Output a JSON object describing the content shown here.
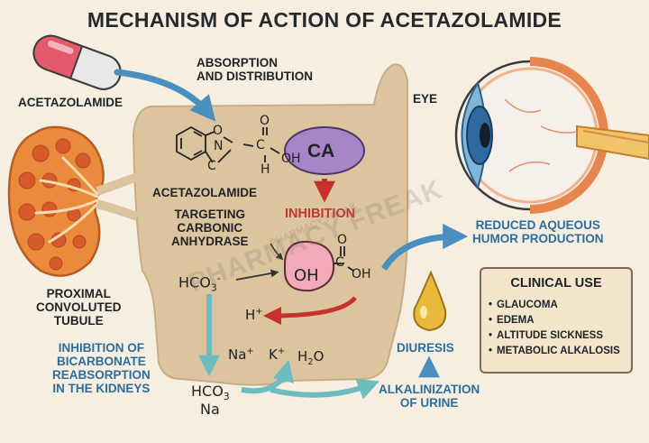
{
  "title": "MECHANISM OF ACTION OF ACETAZOLAMIDE",
  "labels": {
    "drug": "ACETAZOLAMIDE",
    "absorption": [
      "ABSORPTION",
      "AND DISTRIBUTION"
    ],
    "eye": "EYE",
    "molecule_name": "ACETAZOLAMIDE",
    "ca": "CA",
    "inhibition": "INHIBITION",
    "targeting": [
      "TARGETING",
      "CARBONIC",
      "ANHYDRASE"
    ],
    "reduced_aqueous": [
      "REDUCED AQUEOUS",
      "HUMOR PRODUCTION"
    ],
    "kidney": [
      "PROXIMAL",
      "CONVOLUTED",
      "TUBULE"
    ],
    "bicarb_inhibition": [
      "INHIBITION OF",
      "BICARBONATE",
      "REABSORPTION",
      "IN THE KIDNEYS"
    ],
    "diuresis": "DIURESIS",
    "alkalinization": [
      "ALKALINIZATION",
      "OF URINE"
    ]
  },
  "chemistry": {
    "mol_o": "O",
    "mol_n": "N",
    "mol_c": "C",
    "mol_o2": "O",
    "mol_c2": "C",
    "mol_oh": "OH",
    "mol_h": "H",
    "hco3": "HCO",
    "hco3_sub": "3",
    "hco3_sup": "-",
    "oh_circle": "OH",
    "carb_o": "O",
    "carb_c": "C",
    "carb_oh": "OH",
    "h_plus": "H",
    "h_plus_sup": "+",
    "na_plus": "Na",
    "k_plus": "K",
    "ion_sup": "+",
    "h2o_h": "H",
    "h2o_sub": "2",
    "h2o_o": "O",
    "out_hco3": "HCO",
    "out_hco3_sub": "3",
    "out_na": "Na"
  },
  "clinical_use": {
    "title": "CLINICAL USE",
    "items": [
      "GLAUCOMA",
      "EDEMA",
      "ALTITUDE SICKNESS",
      "METABOLIC ALKALOSIS"
    ]
  },
  "watermark": "PHARMACY FREAK",
  "watermark_small": "PHARMACY FREAK",
  "colors": {
    "text_blue": "#2a6d9e",
    "text_red": "#c4372f",
    "body_fill": "#dcc59e",
    "arrow_blue": "#4a8fbf",
    "arrow_teal": "#6cbcc0",
    "ca_fill": "#a786c7",
    "oh_fill": "#f2a9b9",
    "drop_fill": "#e8b93a"
  }
}
